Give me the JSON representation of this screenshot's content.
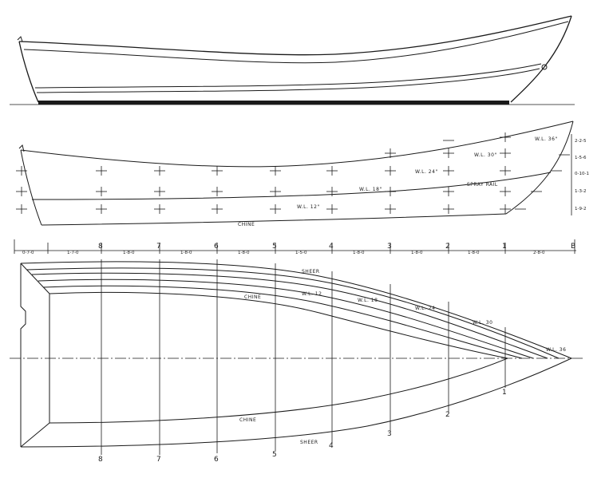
{
  "profile": {
    "station_labels": [
      "8",
      "7",
      "6",
      "5",
      "4",
      "3",
      "2",
      "1",
      "B"
    ],
    "waterline_labels": [
      "W.L. 36\"",
      "W.L. 30\"",
      "W.L. 24\"",
      "W.L. 18\"",
      "W.L. 12\""
    ],
    "spray_rail_label": "SPRAY RAIL",
    "chine_label": "CHINE",
    "heights": [
      "2-2-5",
      "1-5-6",
      "0-10-1",
      "1-3-2",
      "1-9-2"
    ]
  },
  "dimensions": [
    "0-7-0",
    "1-7-0",
    "1-8-0",
    "1-8-0",
    "1-8-0",
    "1-5-0",
    "1-8-0",
    "1-8-0",
    "1-8-0",
    "2-8-0"
  ],
  "plan": {
    "labels": {
      "sheer": "SHEER",
      "chine": "CHINE",
      "wl12": "W.L. 12",
      "wl18": "W.L. 18",
      "wl24": "W.L. 24",
      "wl30": "W.L. 30",
      "wl36": "W.L. 36"
    },
    "bottom_labels": {
      "chine": "CHINE",
      "sheer": "SHEER"
    },
    "station_labels": [
      "8",
      "7",
      "6",
      "5",
      "4",
      "3",
      "2",
      "1"
    ]
  }
}
